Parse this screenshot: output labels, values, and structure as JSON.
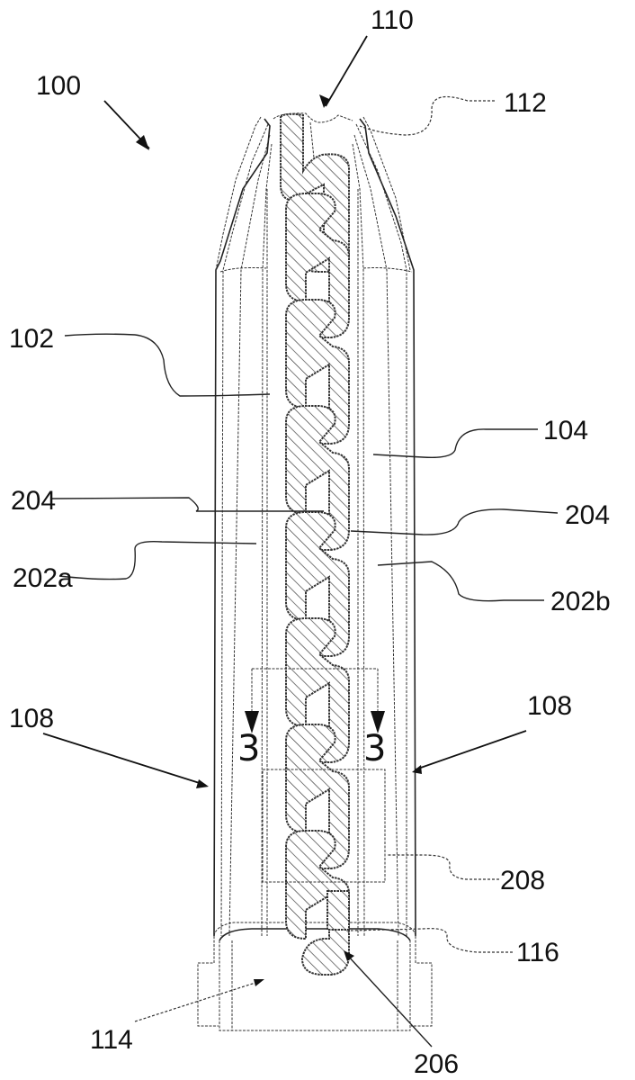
{
  "figure": {
    "description": "Patent drawing of an elongated tubular device with serpentine interlocking link pattern",
    "labels": {
      "device": "100",
      "tip": "110",
      "tip_edge": "112",
      "body_left": "102",
      "body_right": "104",
      "cut_left": "204",
      "cut_right": "204",
      "panel_left": "202a",
      "panel_right": "202b",
      "side_left": "108",
      "side_right": "108",
      "detail_box": "208",
      "link_end": "116",
      "base": "114",
      "junction": "206",
      "section_left": "3",
      "section_right": "3"
    }
  }
}
